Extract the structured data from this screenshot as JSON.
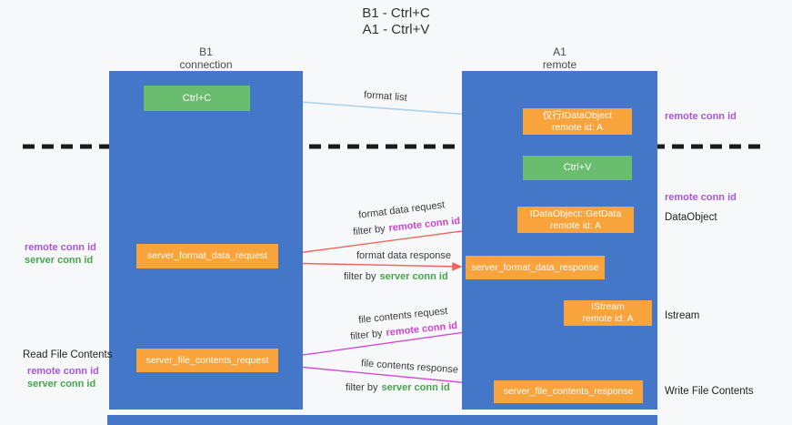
{
  "title": {
    "line1": "B1 - Ctrl+C",
    "line2": "A1 - Ctrl+V"
  },
  "colors": {
    "column_blue": "#4577c8",
    "box_orange": "#f8a33c",
    "box_green": "#6abc6e",
    "purple_text": "#a855d8",
    "magenta_text": "#cf43d3",
    "green_text": "#46a54a",
    "arrow_blue": "#a9d2ef",
    "arrow_red": "#f2635a",
    "arrow_magenta": "#d44bd8",
    "arrow_black": "#1a1a1a"
  },
  "lifelines": {
    "left": {
      "name": "B1",
      "subtitle": "connection"
    },
    "right": {
      "name": "A1",
      "subtitle": "remote"
    }
  },
  "boxes": {
    "ctrl_c": "Ctrl+C",
    "ctrl_v": "Ctrl+V",
    "dataobject_proxy": {
      "line1": "仅行IDataObject",
      "line2": "remote id: A"
    },
    "getdata": {
      "line1": "IDataObject::GetData",
      "line2": "remote id: A"
    },
    "istream": {
      "line1": "IStream",
      "line2": "remote id: A"
    },
    "format_request": "server_format_data_request",
    "format_response": "server_format_data_response",
    "file_request": "server_file_contents_request",
    "file_response": "server_file_contents_response"
  },
  "labels": {
    "format_list": "format list",
    "filter_by": "filter by",
    "remote_conn_id": "remote conn id",
    "server_conn_id": "server conn id",
    "format_data_request": "format data request",
    "format_data_response": "format data response",
    "file_contents_request": "file contents request",
    "file_contents_response": "file contents response",
    "dataobject": "DataObject",
    "istream": "Istream",
    "read_file_contents": "Read File Contents",
    "write_file_contents": "Write File Contents"
  }
}
